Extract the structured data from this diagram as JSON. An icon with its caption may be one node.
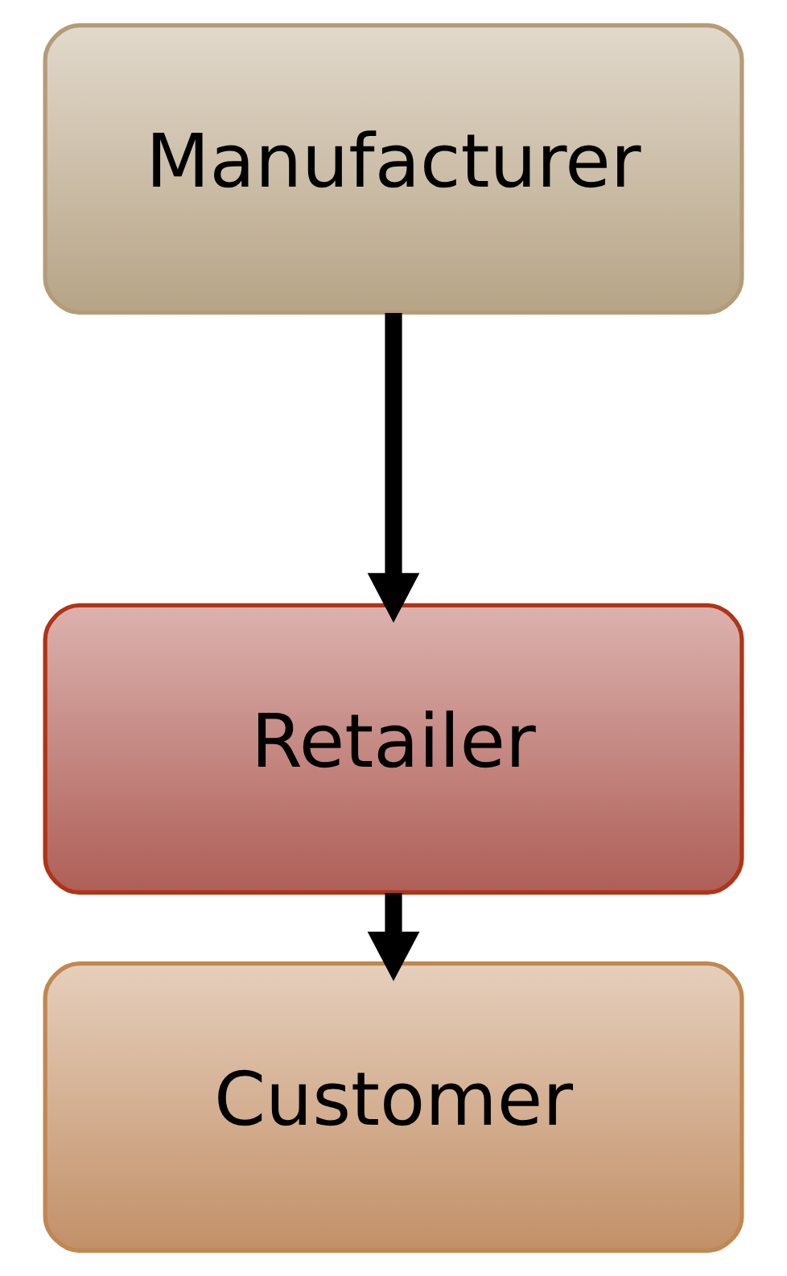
{
  "diagram": {
    "nodes": [
      {
        "text": [
          "Manufacturer"
        ]
      },
      {
        "text": [
          "Retailer"
        ]
      },
      {
        "text": [
          "Customer"
        ]
      }
    ],
    "edges": [
      {
        "from": 0,
        "to": 1,
        "arrow": "to"
      },
      {
        "from": 1,
        "to": 2,
        "arrow": "to"
      }
    ]
  }
}
